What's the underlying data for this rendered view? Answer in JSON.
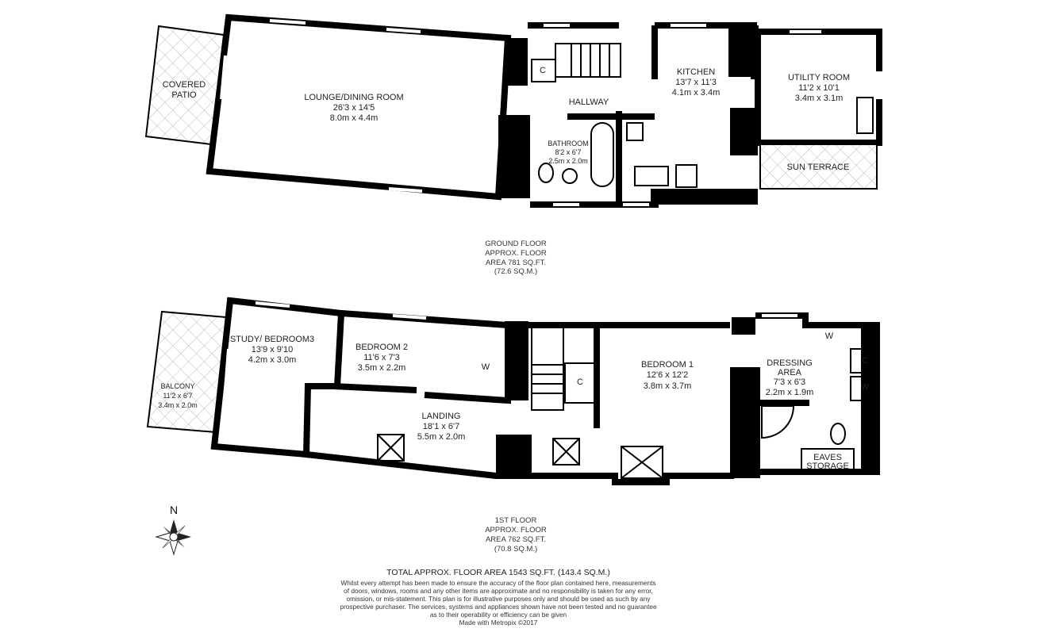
{
  "ground_floor": {
    "rooms": [
      {
        "name": "COVERED",
        "name2": "PATIO"
      },
      {
        "name": "LOUNGE/DINING ROOM",
        "imperial": "26'3 x 14'5",
        "metric": "8.0m x 4.4m"
      },
      {
        "name": "HALLWAY"
      },
      {
        "name": "C"
      },
      {
        "name": "KITCHEN",
        "imperial": "13'7 x 11'3",
        "metric": "4.1m x 3.4m"
      },
      {
        "name": "BATHROOM",
        "imperial": "8'2 x 6'7",
        "metric": "2.5m x 2.0m"
      },
      {
        "name": "UTILITY ROOM",
        "imperial": "11'2 x 10'1",
        "metric": "3.4m x 3.1m"
      },
      {
        "name": "SUN TERRACE"
      }
    ],
    "caption": [
      "GROUND FLOOR",
      "APPROX. FLOOR",
      "AREA 781 SQ.FT.",
      "(72.6 SQ.M.)"
    ]
  },
  "first_floor": {
    "rooms": [
      {
        "name": "BALCONY",
        "imperial": "11'2 x 6'7",
        "metric": "3.4m x 2.0m"
      },
      {
        "name": "STUDY/ BEDROOM3",
        "imperial": "13'9 x 9'10",
        "metric": "4.2m x 3.0m"
      },
      {
        "name": "BEDROOM 2",
        "imperial": "11'6 x 7'3",
        "metric": "3.5m x 2.2m"
      },
      {
        "name": "W"
      },
      {
        "name": "LANDING",
        "imperial": "18'1 x 6'7",
        "metric": "5.5m x 2.0m"
      },
      {
        "name": "C"
      },
      {
        "name": "BEDROOM 1",
        "imperial": "12'6 x 12'2",
        "metric": "3.8m x 3.7m"
      },
      {
        "name": "DRESSING",
        "name2": "AREA",
        "imperial": "7'3 x 6'3",
        "metric": "2.2m x 1.9m"
      },
      {
        "name": "W"
      },
      {
        "name": "C"
      },
      {
        "name": "W"
      },
      {
        "name": "EAVES",
        "name2": "STORAGE"
      }
    ],
    "caption": [
      "1ST FLOOR",
      "APPROX. FLOOR",
      "AREA 762 SQ.FT.",
      "(70.8 SQ.M.)"
    ]
  },
  "compass": {
    "label": "N",
    "icon": "compass-rose-icon"
  },
  "total": "TOTAL APPROX. FLOOR AREA 1543 SQ.FT. (143.4 SQ.M.)",
  "disclaimer": [
    "Whilst every attempt has been made to ensure the accuracy of the floor plan contained here, measurements",
    "of doors, windows, rooms and any other items are approximate and no responsibility is taken for any error,",
    "omission, or mis-statement. This plan is for illustrative purposes only and should be used as such by any",
    "prospective purchaser. The services, systems and appliances shown have not been tested and no guarantee",
    "as to their operability or efficiency can be given",
    "Made with Metropix ©2017"
  ]
}
